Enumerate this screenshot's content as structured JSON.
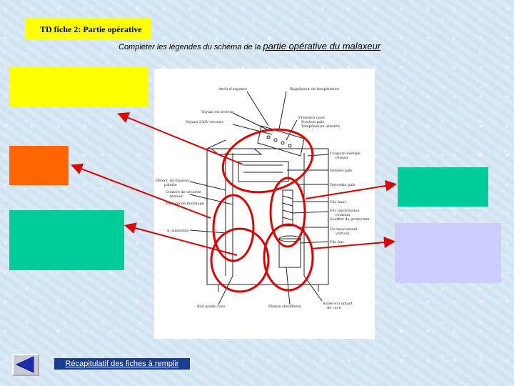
{
  "title": "TD fiche 2: Partie opérative",
  "instruction": {
    "part1": "Compléter les légendes du schéma de la ",
    "part2": "partie opérative du malaxeur"
  },
  "link_text": "Récapitulatif des fiches à remplir",
  "answer_boxes": [
    {
      "name": "answer-box-yellow",
      "color": "#ffff00"
    },
    {
      "name": "answer-box-orange",
      "color": "#ff6600"
    },
    {
      "name": "answer-box-green-left",
      "color": "#00cc99"
    },
    {
      "name": "answer-box-green-right",
      "color": "#00cc99"
    },
    {
      "name": "answer-box-lavender",
      "color": "#ccccff"
    }
  ],
  "schema_labels": {
    "arret_urgence": "Arrêt d'urgence",
    "regulateur": "Régulateur de température",
    "voyant_secteur": "Voyant en secteur",
    "voyant_230": "Voyant 230V secours",
    "presence_cuve": "Présence cuve",
    "position_pale": "Position pale",
    "temperature_atteinte": "Température atteinte",
    "coupure_energie": "Coupure énergie",
    "reseau": "réseau",
    "montee_pale": "Montée pale",
    "descente_pale": "Descente pale",
    "detect_inclinaison": "Détect. inclinaison",
    "palette": "palette",
    "contact_securite": "Contact de sécurité",
    "moteur": "moteur",
    "position_malaxage": "Position de malaxage",
    "s_sinusoide": "S. sinusoïde",
    "fin_haut": "Fdc haut",
    "fin_autorisation": "Fdc autorisation",
    "rotation": "rotation",
    "souffle_protection": "Soufflet de protection",
    "vis_mouvement": "Vis mouvement",
    "vertical": "vertical",
    "fin_bas": "Fdc bas",
    "rail_guide": "Rail guide cuve",
    "plaque_chauffante": "Plaque chauffante",
    "butee_contact": "Butée et contact",
    "de_cuve": "de cuve"
  }
}
